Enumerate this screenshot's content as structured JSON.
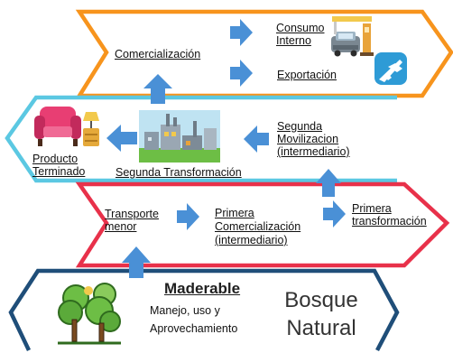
{
  "top_band": {
    "comercializacion": "Comercialización",
    "consumo_line1": "Consumo",
    "consumo_line2": "Interno",
    "exportacion": "Exportación"
  },
  "second_band": {
    "producto_line1": "Producto",
    "producto_line2": "Terminado",
    "segunda_transformacion": "Segunda Transformación",
    "segunda_mov_line1": "Segunda",
    "segunda_mov_line2": "Movilizacion",
    "segunda_mov_line3": "(intermediario)"
  },
  "third_band": {
    "transporte_line1": "Transporte",
    "transporte_line2": "menor",
    "primera_com_line1": "Primera",
    "primera_com_line2": "Comercialización",
    "primera_com_line3": "(intermediario)",
    "primera_trans_line1": "Primera",
    "primera_trans_line2": "transformación"
  },
  "bottom_band": {
    "title": "Maderable",
    "sub_line1": "Manejo, uso y",
    "sub_line2": "Aprovechamiento",
    "big_line1": "Bosque",
    "big_line2": "Natural"
  },
  "colors": {
    "orange": "#F7941D",
    "cyan": "#5BC8E2",
    "red": "#E8314A",
    "navy": "#1F4E79",
    "arrow_blue": "#4A90D6"
  },
  "icons": [
    "truck-icon",
    "gas-pump-icon",
    "airplane-icon",
    "armchair-icon",
    "lamp-icon",
    "factory-icon",
    "forest-icon"
  ]
}
